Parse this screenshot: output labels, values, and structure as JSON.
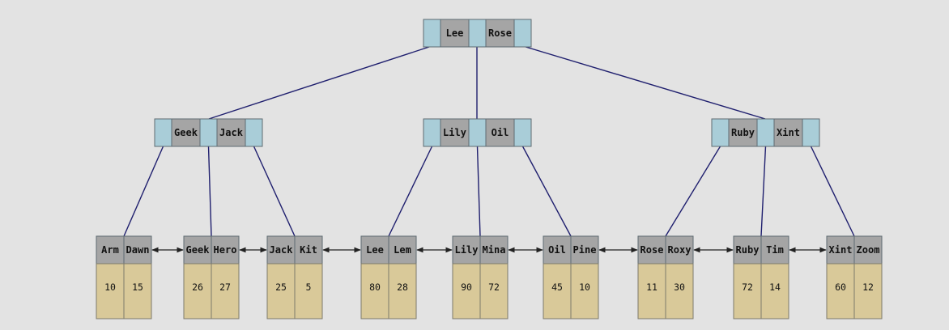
{
  "root": {
    "keys": [
      "Lee",
      "Rose"
    ]
  },
  "internal": [
    {
      "keys": [
        "Geek",
        "Jack"
      ]
    },
    {
      "keys": [
        "Lily",
        "Oil"
      ]
    },
    {
      "keys": [
        "Ruby",
        "Xint"
      ]
    }
  ],
  "leaves": [
    {
      "keys": [
        "Arm",
        "Dawn"
      ],
      "values": [
        "10",
        "15"
      ]
    },
    {
      "keys": [
        "Geek",
        "Hero"
      ],
      "values": [
        "26",
        "27"
      ]
    },
    {
      "keys": [
        "Jack",
        "Kit"
      ],
      "values": [
        "25",
        "5"
      ]
    },
    {
      "keys": [
        "Lee",
        "Lem"
      ],
      "values": [
        "80",
        "28"
      ]
    },
    {
      "keys": [
        "Lily",
        "Mina"
      ],
      "values": [
        "90",
        "72"
      ]
    },
    {
      "keys": [
        "Oil",
        "Pine"
      ],
      "values": [
        "45",
        "10"
      ]
    },
    {
      "keys": [
        "Rose",
        "Roxy"
      ],
      "values": [
        "11",
        "30"
      ]
    },
    {
      "keys": [
        "Ruby",
        "Tim"
      ],
      "values": [
        "72",
        "14"
      ]
    },
    {
      "keys": [
        "Xint",
        "Zoom"
      ],
      "values": [
        "60",
        "12"
      ]
    }
  ],
  "colors": {
    "background": "#e3e3e3",
    "pointer_cell": "#a9cdd8",
    "key_cell": "#a5a5a5",
    "value_cell": "#d9c999",
    "edge": "#1f1f6e"
  }
}
